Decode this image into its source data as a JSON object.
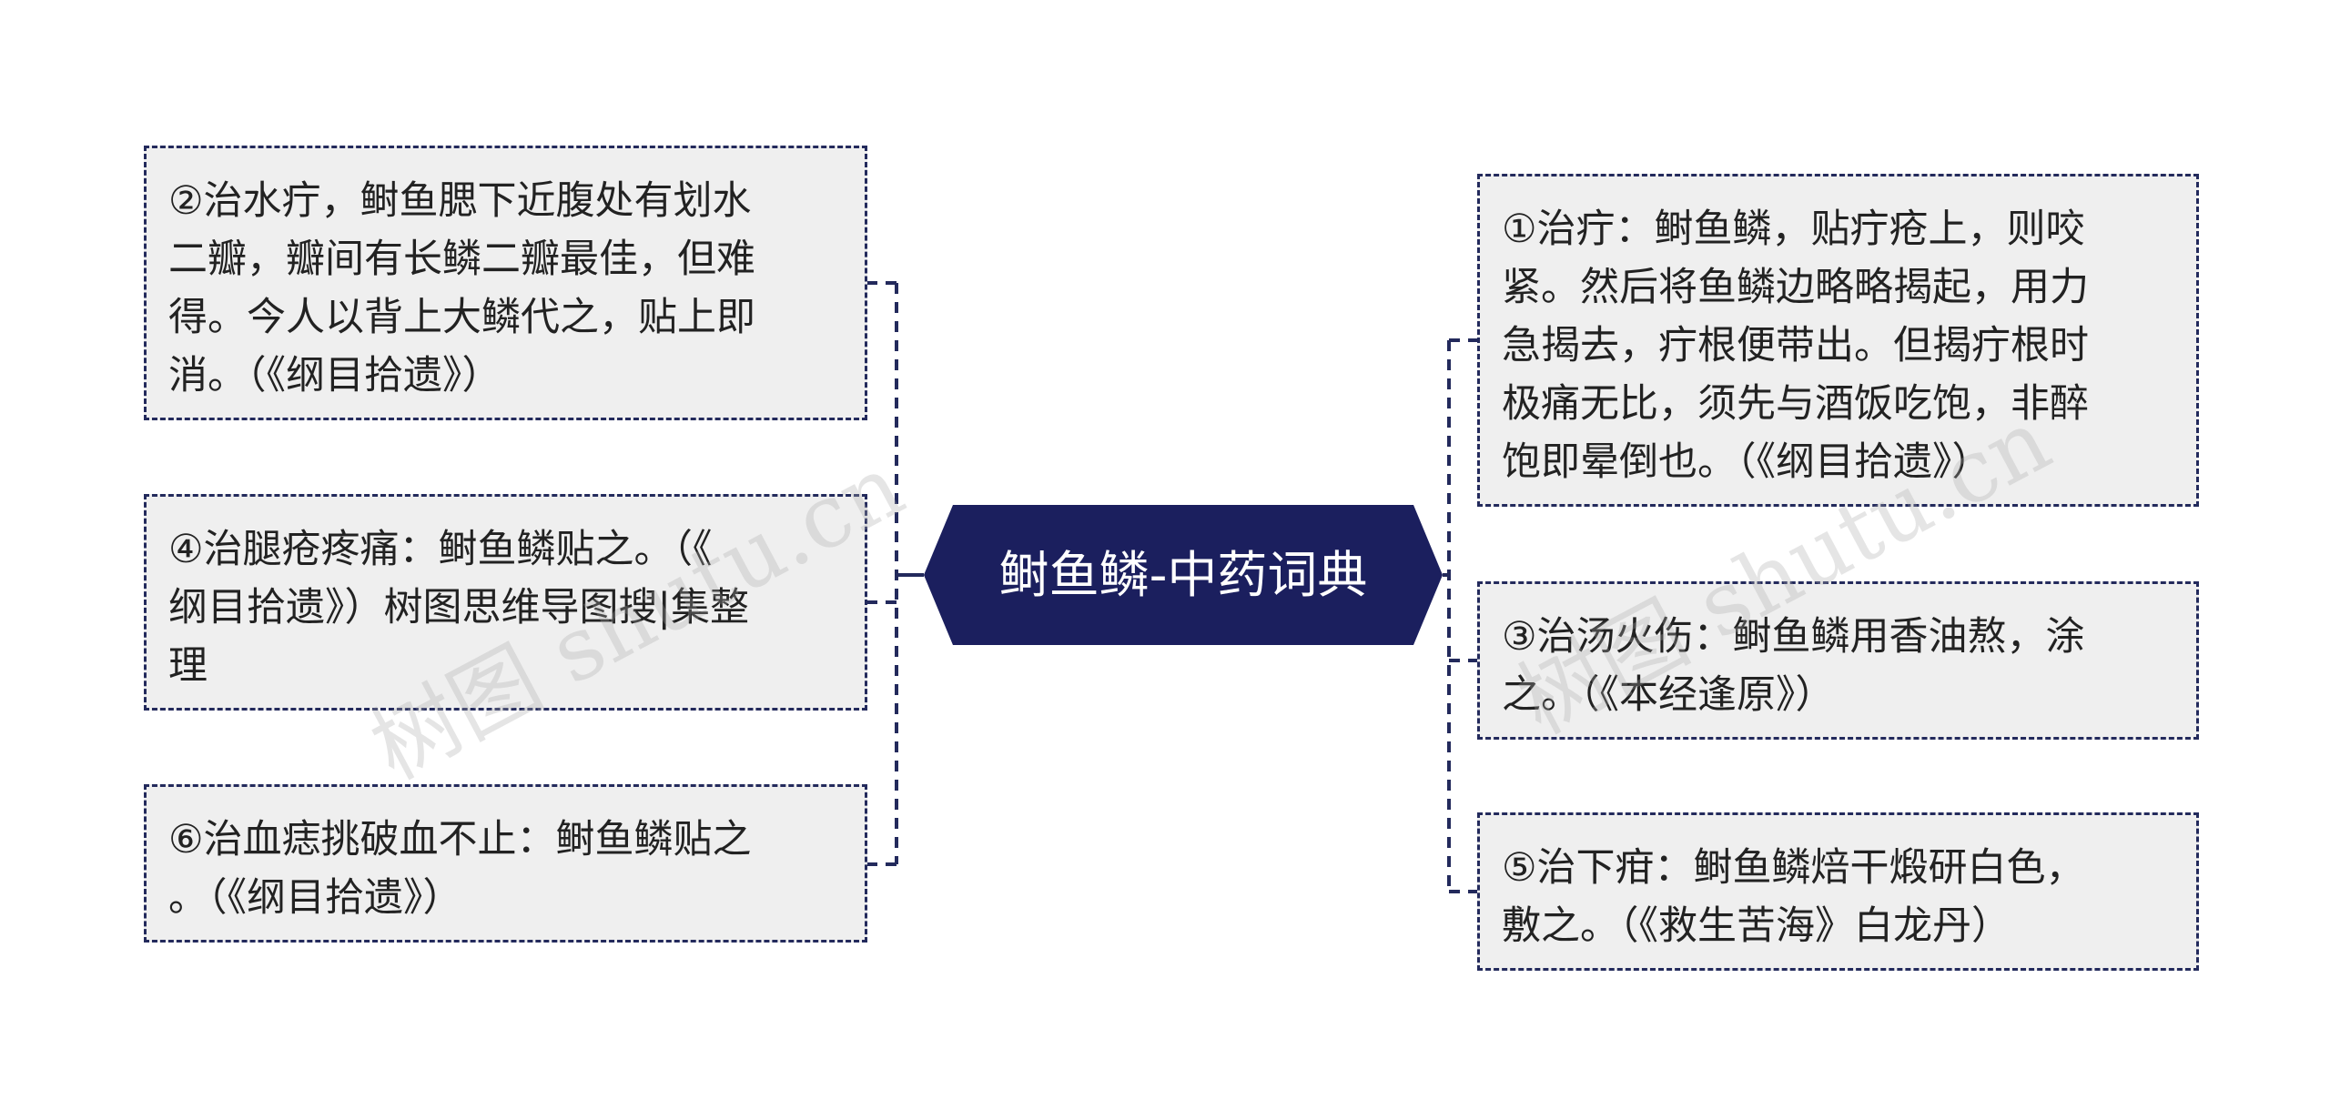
{
  "center": {
    "title": "鲥鱼鳞-中药词典"
  },
  "left_branches": [
    {
      "text": "②治水疔，鲥鱼腮下近腹处有划水\n二瓣，瓣间有长鳞二瓣最佳，但难\n得。今人以背上大鳞代之，贴上即\n消。（《纲目拾遗》）"
    },
    {
      "text": "④治腿疮疼痛：鲥鱼鳞贴之。（《\n纲目拾遗》）树图思维导图搜|集整\n理"
    },
    {
      "text": "⑥治血痣挑破血不止：鲥鱼鳞贴之\n。（《纲目拾遗》）"
    }
  ],
  "right_branches": [
    {
      "text": "①治疔：鲥鱼鳞，贴疔疮上，则咬\n紧。然后将鱼鳞边略略揭起，用力\n急揭去，疔根便带出。但揭疔根时\n极痛无比，须先与酒饭吃饱，非醉\n饱即晕倒也。（《纲目拾遗》）"
    },
    {
      "text": "③治汤火伤：鲥鱼鳞用香油熬，涂\n之。（《本经逢原》）"
    },
    {
      "text": "⑤治下疳：鲥鱼鳞焙干煅研白色，\n敷之。（《救生苦海》白龙丹）"
    }
  ],
  "watermarks": [
    "树图 shutu.cn",
    "树图 shutu.cn"
  ],
  "colors": {
    "center_fill": "#1b1f5e",
    "connector": "#232a5c",
    "node_fill": "#efefef",
    "node_border": "#232a5c"
  }
}
